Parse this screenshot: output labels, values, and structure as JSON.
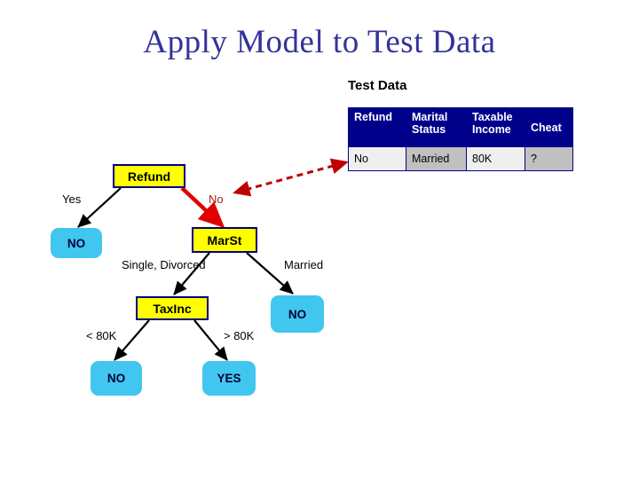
{
  "slide": {
    "title": "Apply Model to Test Data",
    "title_color": "#333399",
    "background": "#ffffff"
  },
  "test_data": {
    "caption": "Test Data",
    "header_bg": "#00008B",
    "columns": [
      "Refund",
      "Marital Status",
      "Taxable Income",
      "Cheat"
    ],
    "rows": [
      {
        "refund": "No",
        "marital_status": "Married",
        "taxable_income": "80K",
        "cheat": "?"
      }
    ]
  },
  "tree": {
    "node_fill_decision": "#FFFF00",
    "node_border_decision": "#000080",
    "node_fill_leaf": "#41C6F0",
    "highlight_color": "#E00000",
    "nodes": {
      "refund": "Refund",
      "marst": "MarSt",
      "taxinc": "TaxInc",
      "leaf_yes_refund": "NO",
      "leaf_married": "NO",
      "leaf_lt80k": "NO",
      "leaf_gt80k": "YES"
    },
    "edges": {
      "refund_yes": "Yes",
      "refund_no": "No",
      "marst_single_divorced": "Single, Divorced",
      "marst_married": "Married",
      "taxinc_lt": "< 80K",
      "taxinc_gt": "> 80K"
    }
  }
}
